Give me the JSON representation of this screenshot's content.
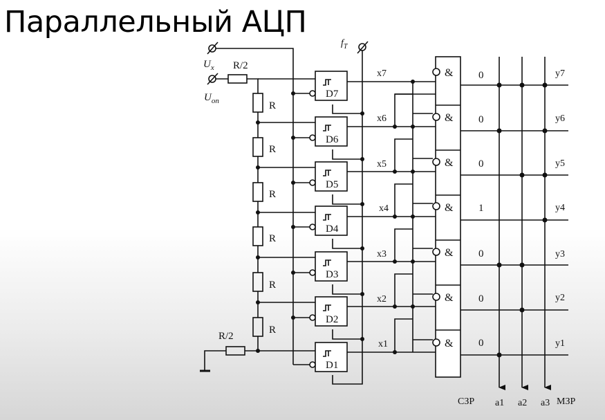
{
  "slide": {
    "title": "Параллельный АЦП"
  },
  "inputs": {
    "ux_main": "U",
    "ux_sub": "x",
    "uop_main": "U",
    "uop_sub": "оп",
    "ft_main": "f",
    "ft_sub": "Т"
  },
  "resistors": {
    "half": "R/2",
    "full": "R"
  },
  "comparators": [
    "D7",
    "D6",
    "D5",
    "D4",
    "D3",
    "D2",
    "D1"
  ],
  "x_labels": [
    "x7",
    "x6",
    "x5",
    "x4",
    "x3",
    "x2",
    "x1"
  ],
  "and_symbol": "&",
  "code_states": [
    "0",
    "0",
    "0",
    "1",
    "0",
    "0",
    "0"
  ],
  "y_labels": [
    "y7",
    "y6",
    "y5",
    "y4",
    "y3",
    "y2",
    "y1"
  ],
  "bottom": {
    "lsb": "СЗР",
    "a1": "a1",
    "a2": "a2",
    "a3": "a3",
    "msb": "МЗР"
  }
}
